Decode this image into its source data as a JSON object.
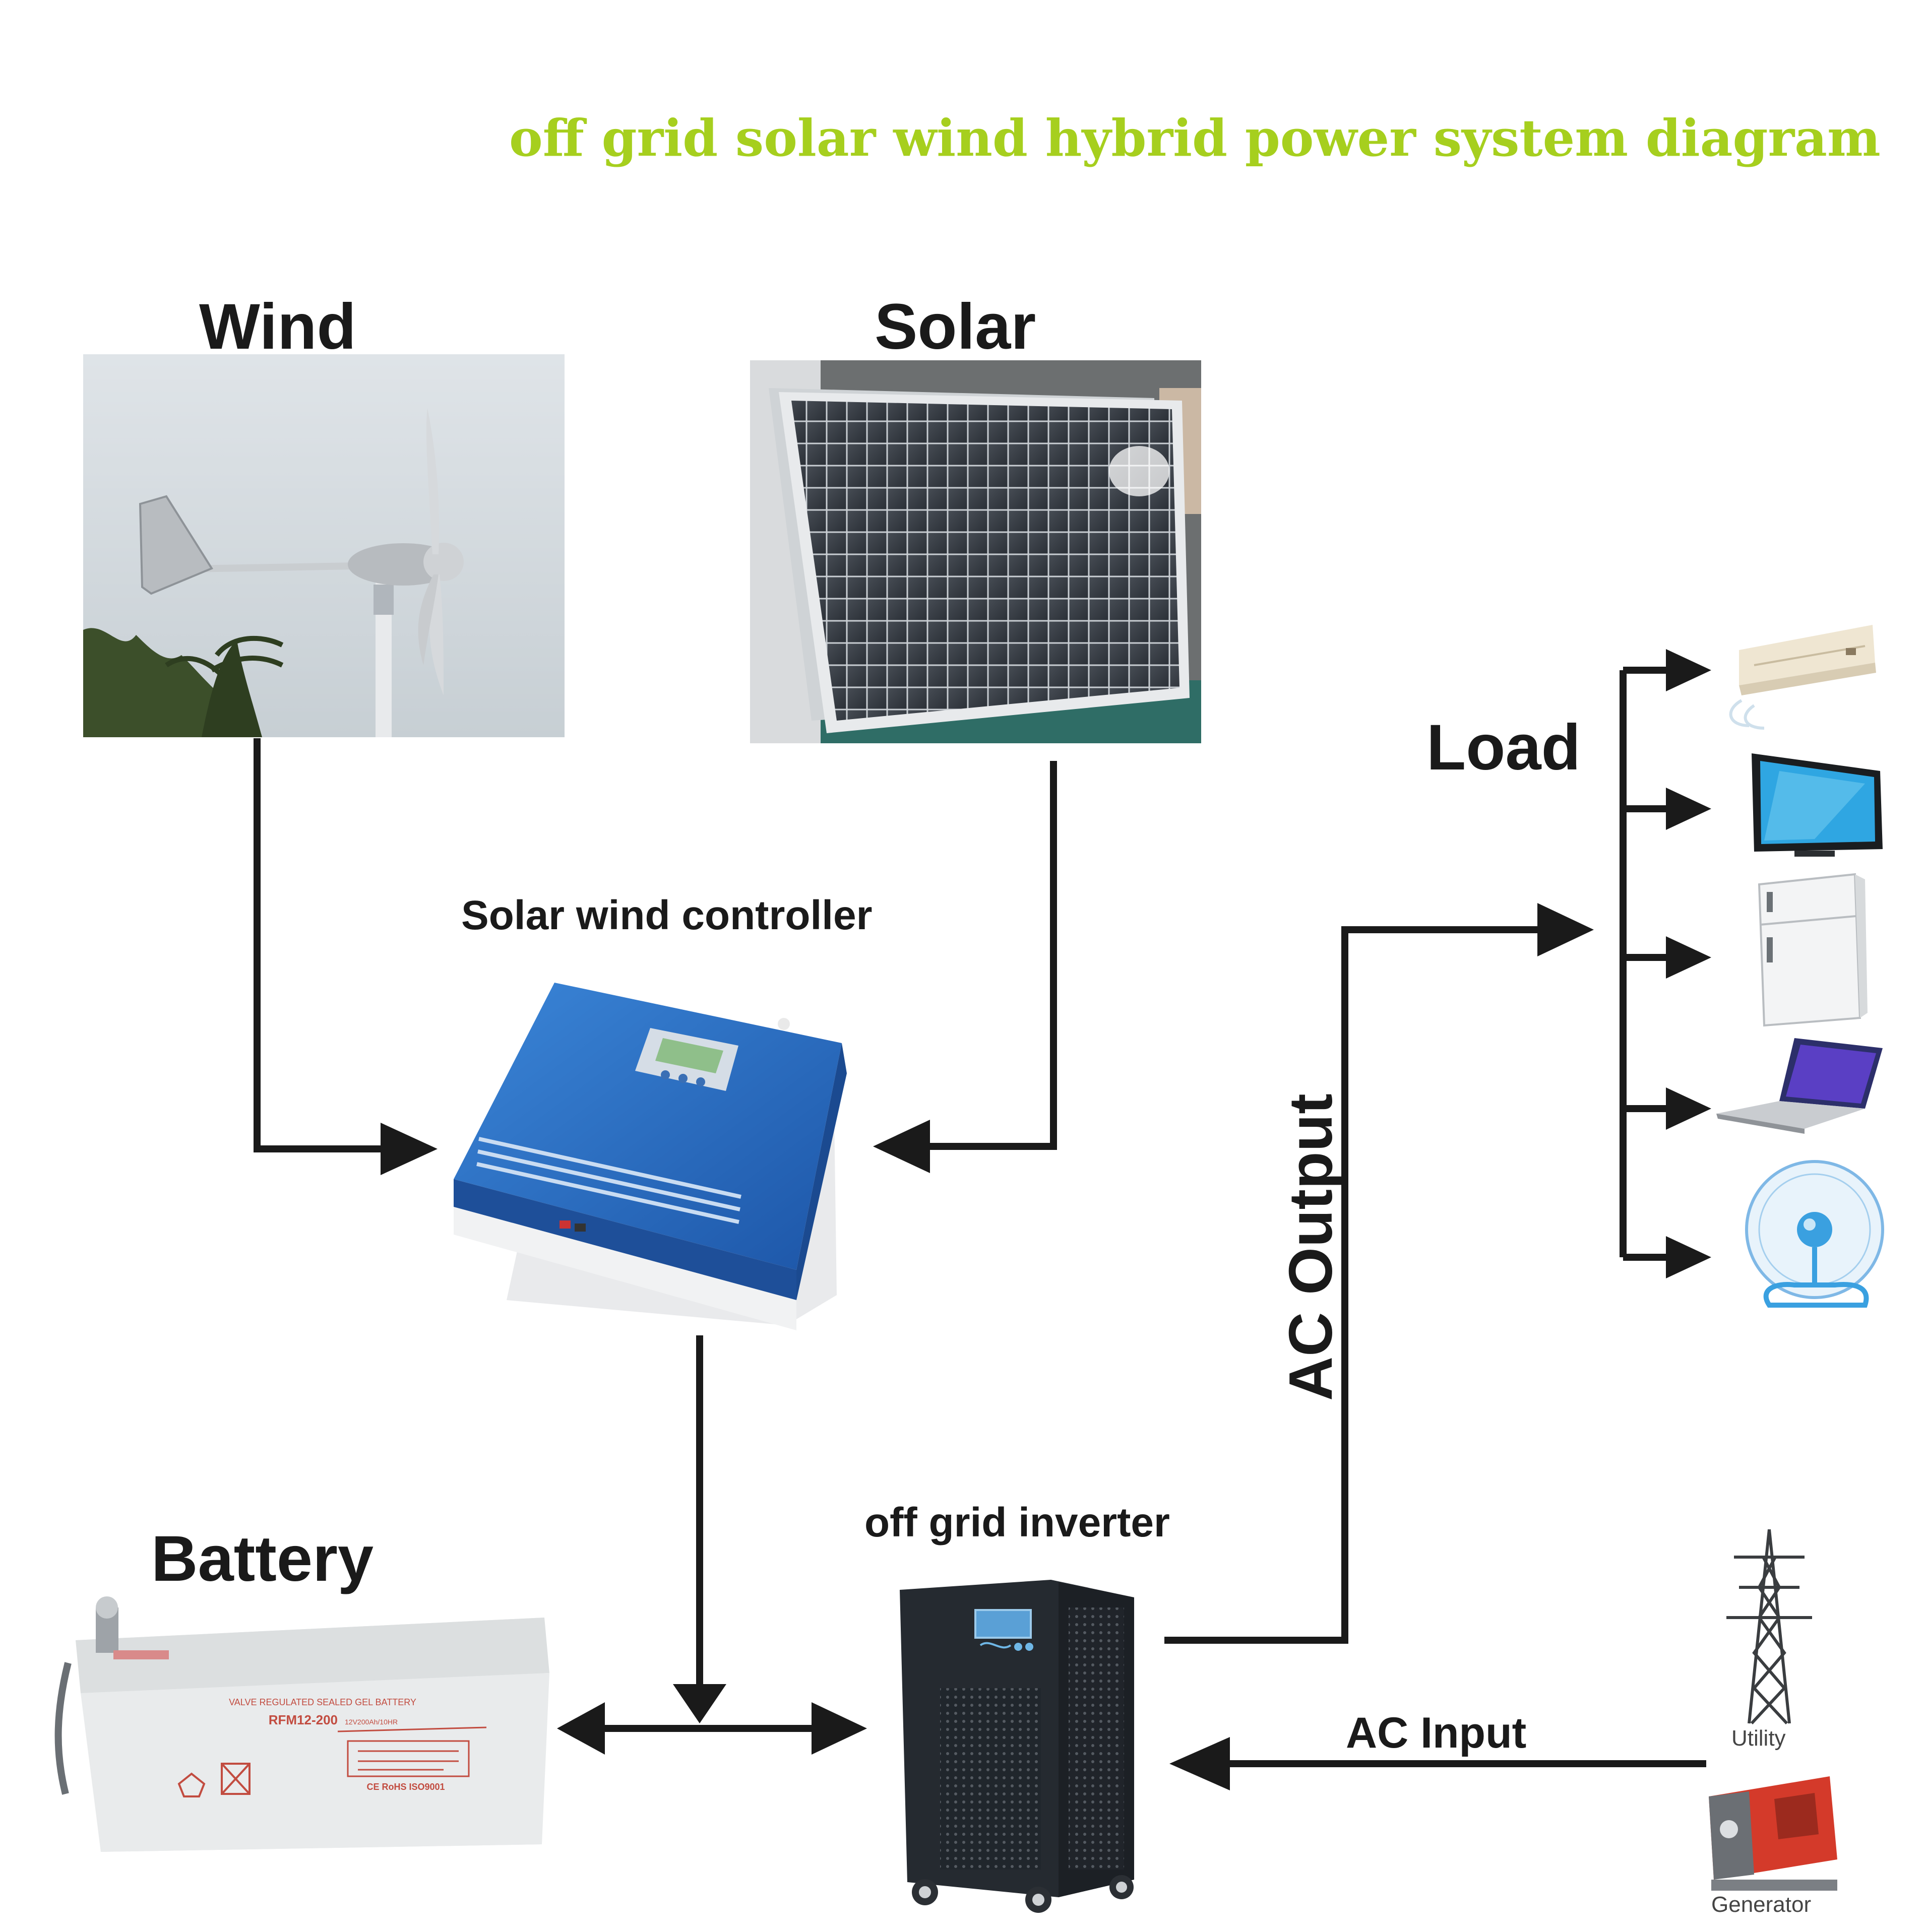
{
  "title": "off grid solar wind hybrid power system diagram",
  "nodes": {
    "wind": "Wind",
    "solar": "Solar",
    "controller": "Solar wind controller",
    "battery": "Battery",
    "inverter": "off grid inverter",
    "load": "Load",
    "utility": "Utility",
    "generator": "Generator"
  },
  "battery_print": {
    "header": "VALVE REGULATED SEALED GEL BATTERY",
    "model": "RFM12-200",
    "rating": "12V200Ah/10HR",
    "marks": "CE RoHS ISO9001"
  },
  "edges": {
    "ac_output": "AC Output",
    "ac_input": "AC Input"
  },
  "icons": [
    "wind-turbine-icon",
    "solar-panel-icon",
    "controller-icon",
    "battery-icon",
    "inverter-icon",
    "air-conditioner-icon",
    "tv-icon",
    "refrigerator-icon",
    "laptop-icon",
    "fan-icon",
    "utility-tower-icon",
    "generator-icon"
  ],
  "colors": {
    "title": "#a6cf1e",
    "line": "#1a1a1a",
    "controller": "#2a6ec4"
  }
}
